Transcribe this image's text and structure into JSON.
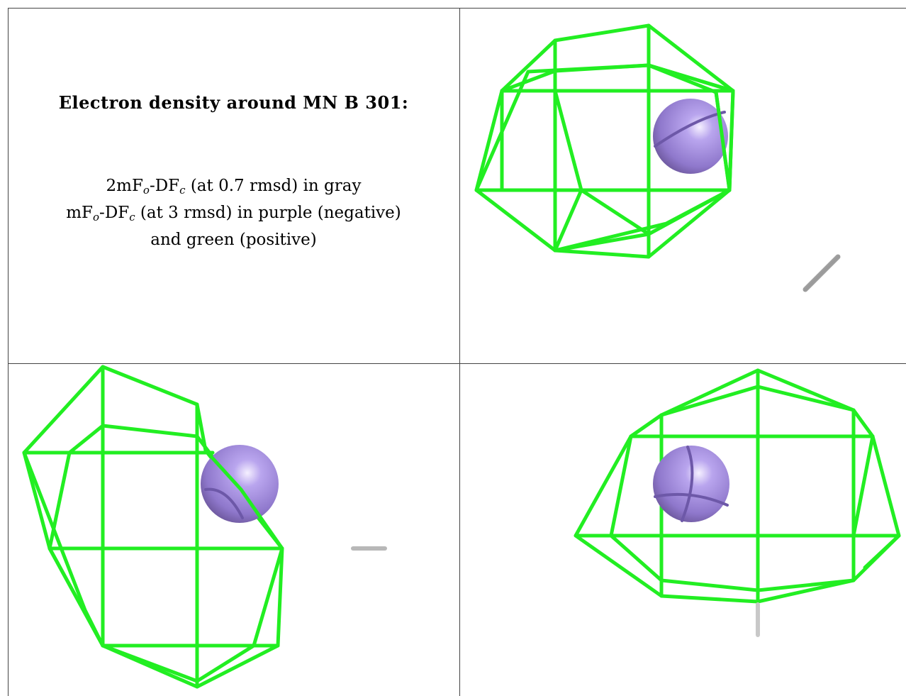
{
  "title": "Electron density around MN B 301:",
  "legend": {
    "line1": {
      "prefix": "2mF",
      "sub1": "o",
      "mid": "-DF",
      "sub2": "c",
      "suffix": " (at 0.7 rmsd) in gray"
    },
    "line2": {
      "prefix": "mF",
      "sub1": "o",
      "mid": "-DF",
      "sub2": "c",
      "suffix": " (at 3 rmsd) in purple (negative)"
    },
    "line3": "and green (positive)"
  },
  "colors": {
    "positive_density": "#22ee22",
    "atom": "#9a82d6",
    "gray_density": "#b8b8b8",
    "border": "#444444"
  },
  "panels": [
    "view-1",
    "view-2",
    "view-3"
  ]
}
